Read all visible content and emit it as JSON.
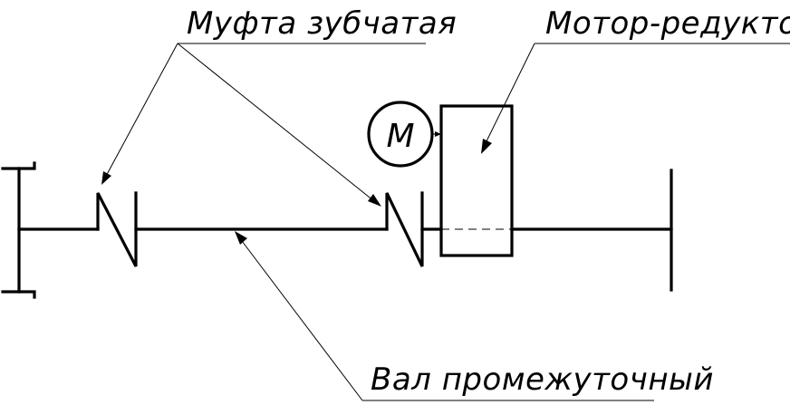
{
  "labels": {
    "gear_coupling": "Муфта зубчатая",
    "motor_reducer": "Мотор-редуктор",
    "intermediate_shaft": "Вал промежуточный"
  },
  "motor": {
    "letter": "М"
  },
  "colors": {
    "line": "#000000",
    "background": "#ffffff"
  }
}
